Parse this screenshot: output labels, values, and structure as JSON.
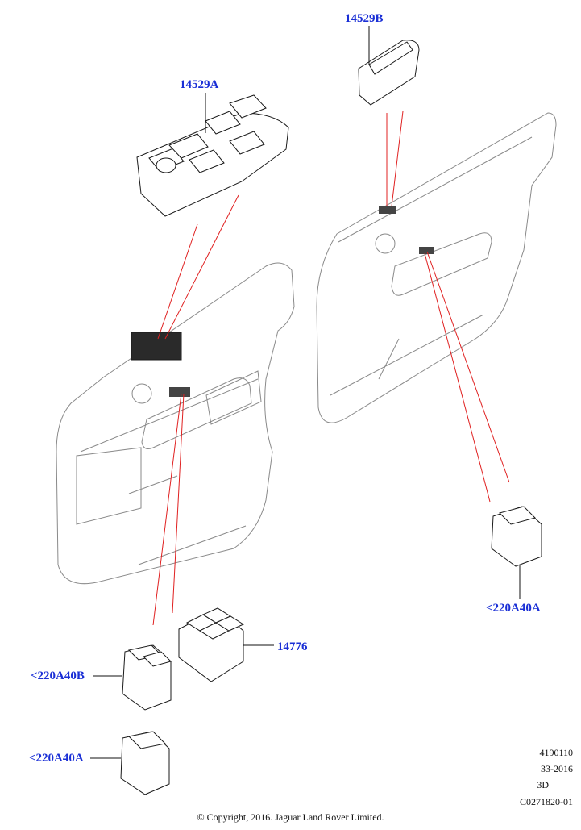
{
  "parts": {
    "p14529A": "14529A",
    "p14529B": "14529B",
    "p14776": "14776",
    "p220A40B": "<220A40B",
    "p220A40A_right": "<220A40A",
    "p220A40A_bottom": "<220A40A"
  },
  "meta": {
    "line1": "4190110",
    "line2": "33-2016",
    "line3": "3D",
    "line4": "C0271820-01"
  },
  "copyright": "© Copyright, 2016. Jaguar Land Rover Limited.",
  "colors": {
    "label": "#1a2fd6",
    "callout_line": "#e02020",
    "outline": "#8a8a8a"
  }
}
